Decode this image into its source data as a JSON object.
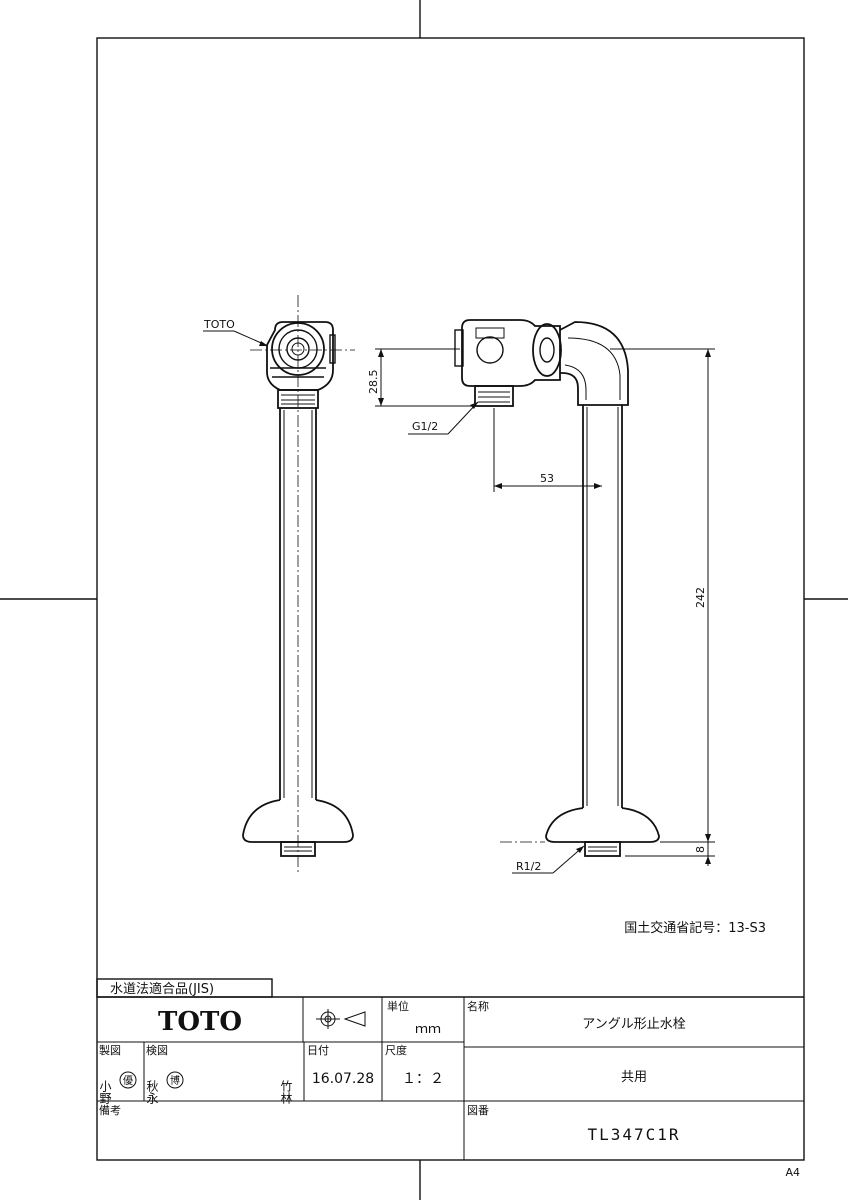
{
  "labels": {
    "toto_label": "TOTO",
    "g_thread": "G1/2",
    "r_thread": "R1/2",
    "dim_height_top": "28.5",
    "dim_width": "53",
    "dim_height_main": "242",
    "dim_bottom": "8",
    "jis_mark": "JIS"
  },
  "registration": "国土交通省記号：13-S3",
  "title_block": {
    "jis_title": "水道法適合品(JIS)",
    "company": "TOTO",
    "unit_label": "単位",
    "unit_value": "ｍｍ",
    "name_label": "名称",
    "name_value": "アングル形止水栓",
    "made_label": "製図",
    "made_value": "小野",
    "made_stamp": "優",
    "check_label": "検図",
    "check_value": "秋永",
    "check_stamp": "博",
    "check_second": "竹林",
    "date_label": "日付",
    "date_value": "16.07.28",
    "scale_label": "尺度",
    "scale_value": "１：２",
    "common": "共用",
    "remarks_label": "備考",
    "drawing_no_label": "図番",
    "drawing_no": "TL347C1R"
  },
  "paper_size": "A4"
}
